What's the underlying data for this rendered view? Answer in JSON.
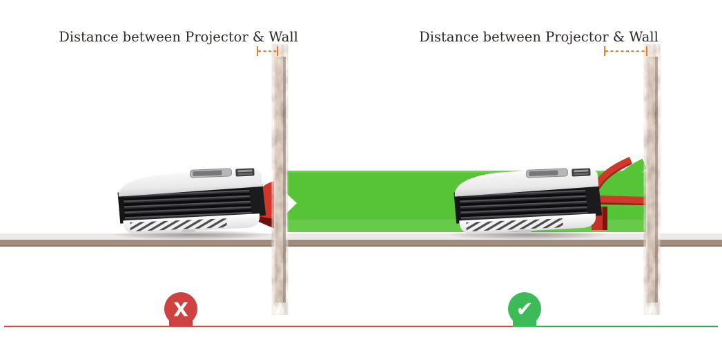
{
  "page": {
    "background": "#ffffff"
  },
  "panels": [
    {
      "id": "incorrect-distance",
      "title": "Distance between Projector & Wall",
      "badge": "X",
      "verdict": "incorrect"
    },
    {
      "id": "correct-distance",
      "title": "Distance between Projector & Wall",
      "badge": "✔",
      "verdict": "correct"
    }
  ],
  "icons": {
    "incorrect_badge": "x-circle-icon",
    "correct_badge": "check-circle-icon",
    "measure": "dashed-distance-measure-icon"
  },
  "colors": {
    "accent_orange": "#ee7c21",
    "beam_red": "#d1362b",
    "beam_red_dark": "#6d120b",
    "beam_green": "#56c436",
    "badge_red": "#ce4242",
    "badge_green": "#3dbb58",
    "wall_tan": "#c4ae9d",
    "floor_tan": "#a28c7c",
    "baseline_red": "#b5443b",
    "baseline_green": "#3f9150",
    "title_text": "#2d2926"
  }
}
